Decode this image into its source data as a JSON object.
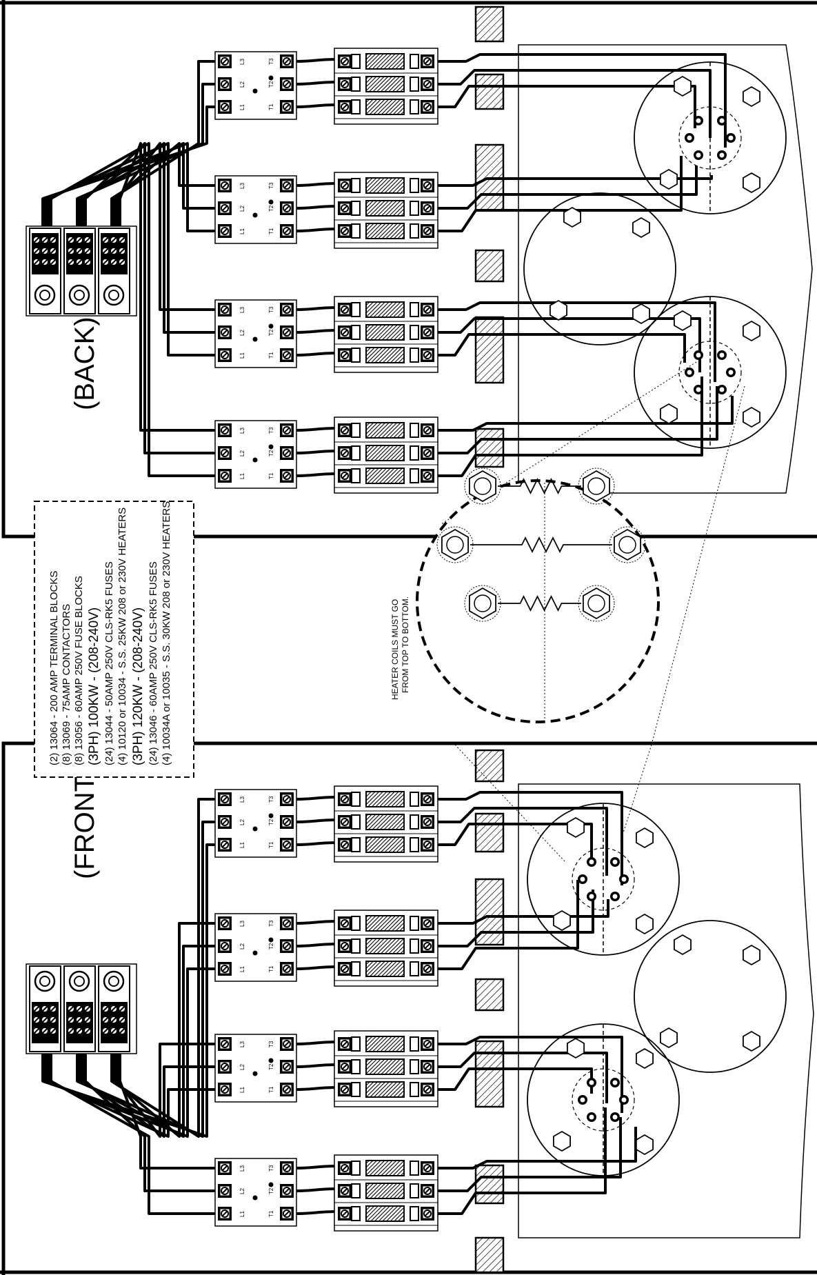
{
  "titles": {
    "back": "(BACK)",
    "front": "(FRONT)"
  },
  "legend": [
    "(2) 13064 - 200 AMP TERMINAL BLOCKS",
    "(8) 13069 - 75AMP CONTACTORS",
    "(8) 13056 - 60AMP 250V FUSE BLOCKS",
    "(3PH) 100KW - (208-240V)",
    "(24) 13044 - 50AMP 250V CLS-RK5 FUSES",
    "(4) 10120 or 10034 - S.S. 25KW 208 or 230V HEATERS",
    "(3PH) 120KW - (208-240V)",
    "(24) 13046 - 60AMP 250V CLS-RK5 FUSES",
    "(4) 10034A or 10035 - S.S. 30KW 208 or 230V HEATERS"
  ],
  "note": [
    "HEATER COILS MUST GO",
    "FROM TOP TO BOTTOM."
  ],
  "contactor_terminals": {
    "line": [
      "L1",
      "L2",
      "L3"
    ],
    "load": [
      "T1",
      "T2",
      "T3"
    ]
  }
}
